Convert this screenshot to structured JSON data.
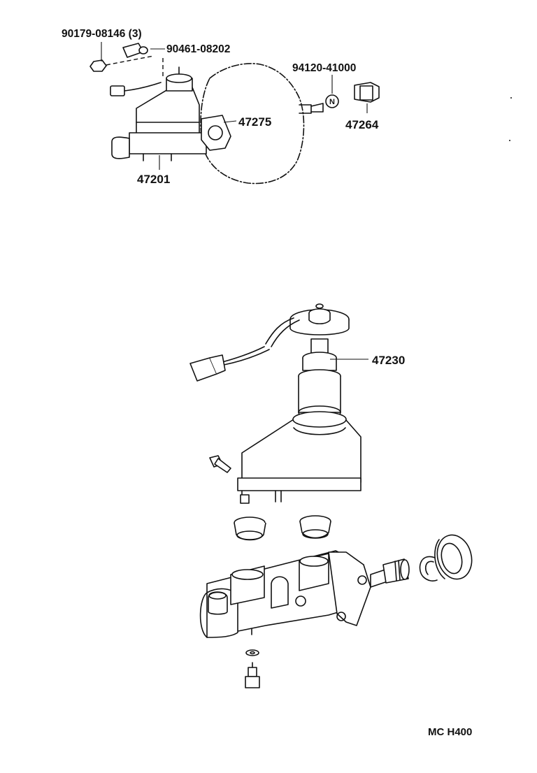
{
  "diagram": {
    "labels": {
      "p90179": "90179-08146 (3)",
      "p90461": "90461-08202",
      "p94120": "94120-41000",
      "p47275": "47275",
      "p47264": "47264",
      "p47201": "47201",
      "p47230": "47230",
      "code": "MC H400"
    },
    "nut_symbol": "N"
  }
}
